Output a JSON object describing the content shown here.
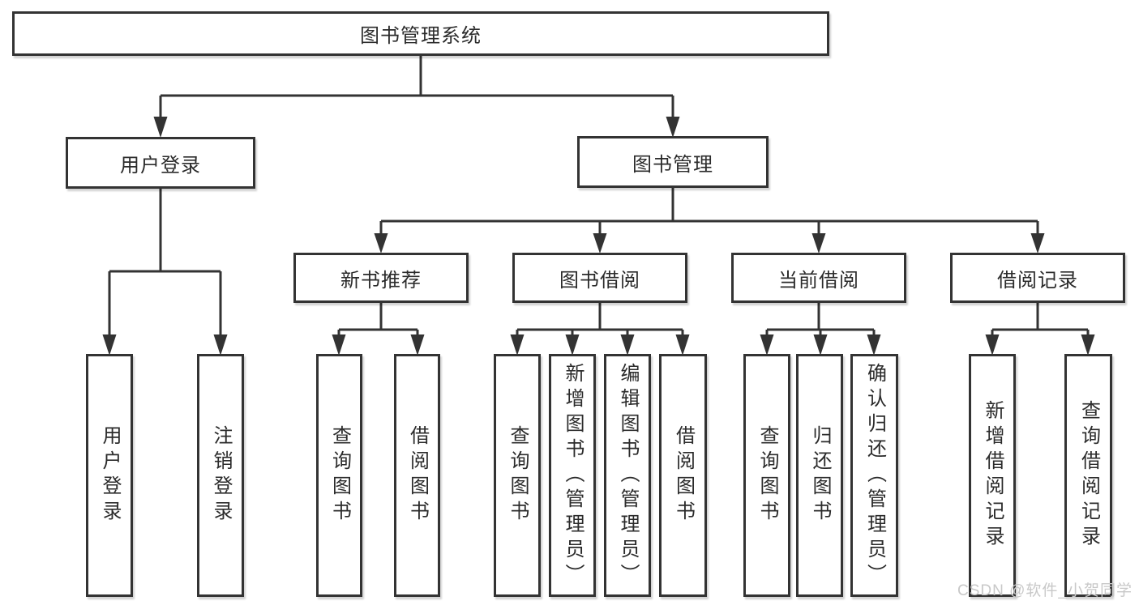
{
  "diagram": {
    "root": {
      "label": "图书管理系统"
    },
    "level2": [
      {
        "label": "用户登录"
      },
      {
        "label": "图书管理"
      }
    ],
    "level3": [
      {
        "label": "新书推荐"
      },
      {
        "label": "图书借阅"
      },
      {
        "label": "当前借阅"
      },
      {
        "label": "借阅记录"
      }
    ],
    "leaves": {
      "user_login": [
        "用户登录",
        "注销登录"
      ],
      "new_book": [
        "查询图书",
        "借阅图书"
      ],
      "book_borrow": [
        "查询图书",
        "新增图书（管理员）",
        "编辑图书（管理员）",
        "借阅图书"
      ],
      "current_borrow": [
        "查询图书",
        "归还图书",
        "确认归还（管理员）"
      ],
      "borrow_record": [
        "新增借阅记录",
        "查询借阅记录"
      ]
    }
  },
  "watermark": "CSDN @软件_小贺同学",
  "colors": {
    "line": "#333333",
    "text": "#2b2b2b",
    "watermark": "#c8c8c8",
    "background": "#ffffff"
  }
}
